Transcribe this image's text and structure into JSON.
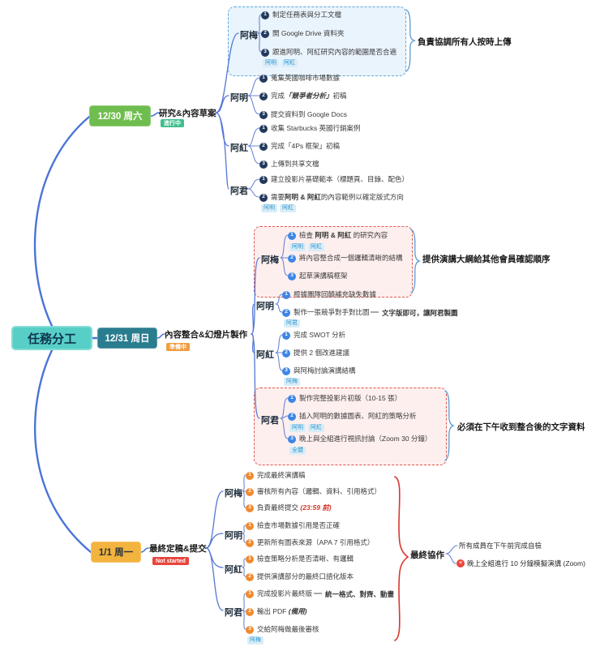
{
  "root": {
    "label": "任務分工"
  },
  "colors": {
    "root_node": "#57cfc7",
    "day1_node": "#6fbd4e",
    "day2_node": "#2a7d8e",
    "day3_node": "#f3b33f",
    "status_in_progress": "#3fbf8d",
    "status_preparing": "#f09d3f",
    "status_not_started": "#e8453c",
    "branch_line": "#4a74d8",
    "summary_brace_red": "#d8382e",
    "summary_brace_blue": "#5b9bd5"
  },
  "day1": {
    "date": "12/30 周六",
    "topic": "研究&內容草案",
    "status": "進行中",
    "note": "負責協調所有人按時上傳",
    "mei": {
      "name": "阿梅",
      "t1": {
        "n": "1",
        "text": "制定任務表與分工文檔"
      },
      "t2": {
        "n": "2",
        "text": "開 Google Drive 資料夾"
      },
      "t3": {
        "n": "3",
        "text": "跟進阿明、阿紅研究內容的範圍是否合適"
      },
      "tag1": "阿明",
      "tag2": "阿紅"
    },
    "ming": {
      "name": "阿明",
      "t1": {
        "n": "1",
        "text": "蒐集英國咖啡市場數據"
      },
      "t2": {
        "n": "2",
        "pre": "完成",
        "em": "「競爭者分析」",
        "post": "初稿"
      },
      "t3": {
        "n": "3",
        "text": "提交資料到 Google Docs"
      }
    },
    "hong": {
      "name": "阿紅",
      "t1": {
        "n": "1",
        "text": "收集 Starbucks 英國行銷案例"
      },
      "t2": {
        "n": "2",
        "text": "完成「4Ps 框架」初稿"
      },
      "t3": {
        "n": "3",
        "text": "上傳到共享文檔"
      }
    },
    "jun": {
      "name": "阿君",
      "t1": {
        "n": "1",
        "text": "建立投影片基礎範本（標題頁、目錄、配色）"
      },
      "t2": {
        "n": "2",
        "pre": "需要",
        "em": "阿明 & 阿紅",
        "post": "的內容範例以確定版式方向"
      },
      "tag1": "阿明",
      "tag2": "阿紅"
    }
  },
  "day2": {
    "date": "12/31 周日",
    "topic": "內容整合&幻燈片製作",
    "status": "準備中",
    "mei": {
      "name": "阿梅",
      "note": "提供演講大綱給其他會員確認順序",
      "t1": {
        "n": "1",
        "pre": "檢查 ",
        "em": "阿明 & 阿紅",
        "post": " 的研究內容"
      },
      "t2": {
        "n": "2",
        "text": "將內容整合成一個邏輯清晰的結構"
      },
      "t3": {
        "n": "3",
        "text": "起草演講稿框架"
      },
      "tag1": "阿明",
      "tag2": "阿紅"
    },
    "ming": {
      "name": "阿明",
      "t1": {
        "n": "1",
        "text": "根據團隊回饋補充缺失數據"
      },
      "t2": {
        "n": "2",
        "text": "製作一張競爭對手對比圖"
      },
      "subnote": "文字版即可，讓阿君製圖",
      "tag1": "阿君"
    },
    "hong": {
      "name": "阿紅",
      "t1": {
        "n": "1",
        "text": "完成 SWOT 分析"
      },
      "t2": {
        "n": "2",
        "text": "提供 2 個改進建議"
      },
      "t3": {
        "n": "3",
        "text": "與阿梅討論演講結構"
      },
      "tag1": "阿梅"
    },
    "jun": {
      "name": "阿君",
      "note": "必須在下午收到整合後的文字資料",
      "t1": {
        "n": "1",
        "text": "製作完整投影片初版（10-15 張）"
      },
      "t2": {
        "n": "2",
        "text": "插入阿明的數據圖表、阿紅的策略分析"
      },
      "t3": {
        "n": "3",
        "text": "晚上與全組進行視訊討論（Zoom 30 分鐘）"
      },
      "tag1": "阿明",
      "tag2": "阿紅",
      "tag3": "全體"
    }
  },
  "day3": {
    "date": "1/1 周一",
    "topic": "最終定稿&提交",
    "status": "Not started",
    "mei": {
      "name": "阿梅",
      "t1": {
        "n": "1",
        "text": "完成最終演講稿"
      },
      "t2": {
        "n": "2",
        "text": "審核所有內容（邏輯、資料、引用格式）"
      },
      "t3": {
        "n": "3",
        "pre": "負責最終提交 ",
        "em": "(23:59 前)"
      }
    },
    "ming": {
      "name": "阿明",
      "t1": {
        "n": "1",
        "text": "檢查市場數據引用是否正確"
      },
      "t2": {
        "n": "2",
        "text": "更新所有圖表來源（APA 7 引用格式）"
      }
    },
    "hong": {
      "name": "阿紅",
      "t1": {
        "n": "1",
        "text": "檢查策略分析是否清晰、有邏輯"
      },
      "t2": {
        "n": "2",
        "text": "提供演講部分的最終口語化版本"
      }
    },
    "jun": {
      "name": "阿君",
      "t1": {
        "n": "1",
        "text": "完成投影片最終版"
      },
      "subnote": "統一格式、對齊、動畫",
      "t2": {
        "n": "2",
        "pre": "輸出 PDF ",
        "em": "(備用)"
      },
      "t3": {
        "n": "3",
        "text": "交給阿梅做最後審核"
      },
      "tag1": "阿梅"
    },
    "collab": {
      "label": "最終協作",
      "item1": "所有成員在下午前完成自檢",
      "item2": "晚上全組進行 10 分鐘模擬演講 (Zoom)"
    }
  }
}
